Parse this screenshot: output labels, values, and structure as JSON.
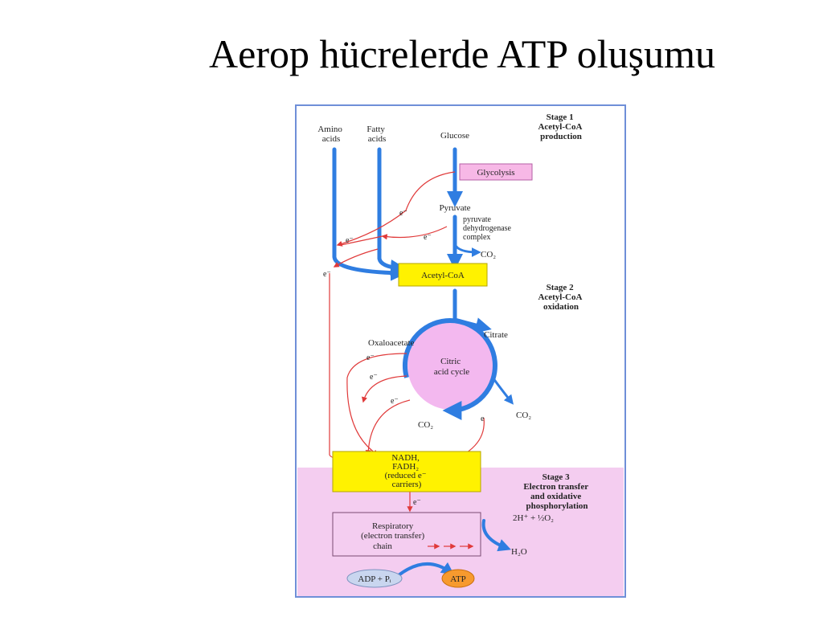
{
  "title": "Aerop hücrelerde ATP oluşumu",
  "colors": {
    "frame": "#6f8fd8",
    "blue_arrow": "#2f7de1",
    "red_arrow": "#e03a3a",
    "yellow_box": "#fff200",
    "pink_box": "#f7b8e6",
    "pink_bg": "#f4cdf0",
    "cycle_fill": "#f3b8ef",
    "atp": "#f79a2e",
    "adp": "#c9d6ef"
  },
  "diagram": {
    "stage1": [
      "Stage 1",
      "Acetyl-CoA",
      "production"
    ],
    "stage2": [
      "Stage 2",
      "Acetyl-CoA",
      "oxidation"
    ],
    "stage3": [
      "Stage 3",
      "Electron transfer",
      "and oxidative",
      "phosphorylation"
    ],
    "inputs": {
      "amino": [
        "Amino",
        "acids"
      ],
      "fatty": [
        "Fatty",
        "acids"
      ],
      "glucose": "Glucose"
    },
    "glycolysis": "Glycolysis",
    "pyruvate": "Pyruvate",
    "pdh_complex": [
      "pyruvate",
      "dehydrogenase",
      "complex"
    ],
    "co2": "CO₂",
    "acetyl_coa": "Acetyl-CoA",
    "oxaloacetate": "Oxaloacetate",
    "citrate": "Citrate",
    "cycle": [
      "Citric",
      "acid cycle"
    ],
    "electron": "e⁻",
    "electron_short": "e",
    "carriers": [
      "NADH,",
      "FADH₂",
      "(reduced e⁻",
      "carriers)"
    ],
    "resp_chain": [
      "Respiratory",
      "(electron transfer)",
      "chain"
    ],
    "oxygen": "2H⁺ + ½O₂",
    "water": "H₂O",
    "adp": "ADP + Pᵢ",
    "atp": "ATP"
  }
}
